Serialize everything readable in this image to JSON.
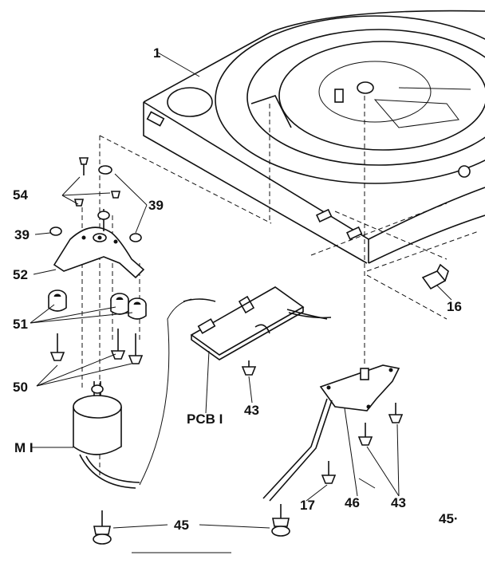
{
  "labels": {
    "turntable_base": "1",
    "screws_54": "54",
    "nut_39_right": "39",
    "nut_39_left": "39",
    "bracket_52": "52",
    "bushing_51": "51",
    "screw_50": "50",
    "motor": "M I",
    "pcb": "PCB I",
    "screw_43_pcb": "43",
    "part_16": "16",
    "part_17": "17",
    "bracket_46": "46",
    "screw_43_right": "43",
    "feet_45": "45",
    "feet_45_edge": "45·"
  }
}
